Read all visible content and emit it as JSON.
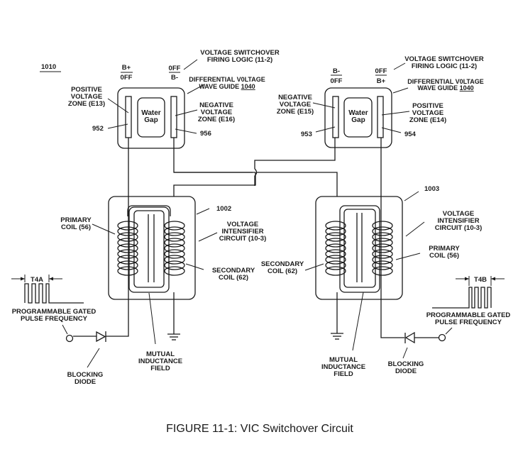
{
  "figure": {
    "reference": "1010",
    "caption": "FIGURE 11-1:  VIC Switchover Circuit"
  },
  "left_unit": {
    "switch_labels": {
      "left_top": "B+",
      "left_bottom": "0FF",
      "right_top": "0FF",
      "right_bottom": "B-"
    },
    "firing_logic": [
      "VOLTAGE SWITCHOVER",
      "FIRING LOGIC (11-2)"
    ],
    "wave_guide": [
      "DIFFERENTIAL V0LTAGE",
      "WAVE GUIDE ",
      "1040"
    ],
    "left_zone": [
      "POSITIVE",
      "VOLTAGE",
      "ZONE (E13)"
    ],
    "right_zone": [
      "NEGATIVE",
      "VOLTAGE",
      "ZONE (E16)"
    ],
    "water_gap": [
      "Water",
      "Gap"
    ],
    "left_plate_ref": "952",
    "right_plate_ref": "956",
    "vic_ref": "1002",
    "vic_label": [
      "VOLTAGE",
      "INTENSIFIER",
      "CIRCUIT (10-3)"
    ],
    "left_coil": [
      "PRIMARY",
      "COIL (56)"
    ],
    "right_coil": [
      "SECONDARY",
      "COIL (62)"
    ],
    "pulse_label": "T4A",
    "pulse_text": [
      "PROGRAMMABLE GATED",
      "PULSE FREQUENCY"
    ],
    "diode_text": [
      "BLOCKING",
      "DIODE"
    ],
    "field_text": [
      "MUTUAL",
      "INDUCTANCE",
      "FIELD"
    ]
  },
  "right_unit": {
    "switch_labels": {
      "left_top": "B-",
      "left_bottom": "0FF",
      "right_top": "0FF",
      "right_bottom": "B+"
    },
    "firing_logic": [
      "VOLTAGE SWITCHOVER",
      "FIRING LOGIC (11-2)"
    ],
    "wave_guide": [
      "DIFFERENTIAL V0LTAGE",
      "WAVE GUIDE ",
      "1040"
    ],
    "left_zone": [
      "NEGATIVE",
      "VOLTAGE",
      "ZONE (E15)"
    ],
    "right_zone": [
      "POSITIVE",
      "VOLTAGE",
      "ZONE (E14)"
    ],
    "water_gap": [
      "Water",
      "Gap"
    ],
    "left_plate_ref": "953",
    "right_plate_ref": "954",
    "vic_ref": "1003",
    "vic_label": [
      "VOLTAGE",
      "INTENSIFIER",
      "CIRCUIT (10-3)"
    ],
    "left_coil": [
      "SECONDARY",
      "COIL (62)"
    ],
    "right_coil": [
      "PRIMARY",
      "COIL (56)"
    ],
    "pulse_label": "T4B",
    "pulse_text": [
      "PROGRAMMABLE GATED",
      "PULSE FREQUENCY"
    ],
    "diode_text": [
      "BLOCKING",
      "DIODE"
    ],
    "field_text": [
      "MUTUAL",
      "INDUCTANCE",
      "FIELD"
    ]
  }
}
